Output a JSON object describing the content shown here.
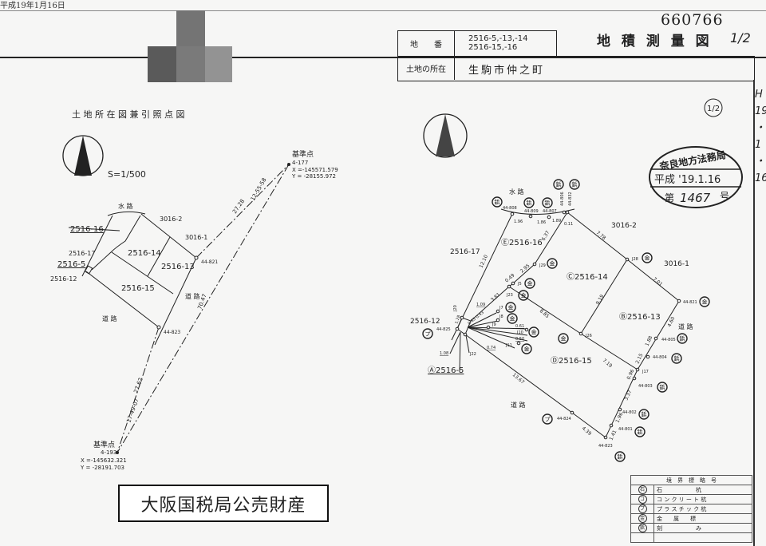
{
  "header": {
    "print_date": "平成19年1月16日",
    "doc_number": "660766",
    "title": "地 積 測 量 図",
    "sheet": "1/2",
    "parcel_label": "地　　番",
    "parcel_numbers": [
      "2516-5,-13,-14",
      "2516-15,-16"
    ],
    "location_label": "土地の所在",
    "location": "生駒市仲之町",
    "handwritten": [
      "H",
      "19",
      "・",
      "1",
      "・",
      "16"
    ]
  },
  "left_map": {
    "title": "土 地 所 在 図 兼 引 照 点 図",
    "scale": "S=1/500",
    "labels": [
      "水 路",
      "3016-2",
      "3016-1",
      "2516-16",
      "2516-17",
      "2516-14",
      "2516-13",
      "2516-5",
      "2516-12",
      "2516-15",
      "道 路",
      "道 路",
      "44-821",
      "44-823",
      "27.28",
      "12-55-58",
      "70.47",
      "27.62",
      "17-49-07"
    ],
    "ref_points": [
      {
        "label": "基準点",
        "id": "4-177",
        "x": "X =-145571.579",
        "y": "Y = -28155.972"
      },
      {
        "label": "基準点",
        "id": "4-193",
        "x": "X =-145632.321",
        "y": "Y = -28191.703"
      }
    ]
  },
  "right_map": {
    "sheet_mark": "1/2",
    "labels": [
      "水 路",
      "2516-17",
      "Ⓔ2516-16",
      "Ⓒ2516-14",
      "Ⓑ2516-13",
      "Ⓓ2516-15",
      "Ⓐ2516-5",
      "2516-12",
      "3016-2",
      "3016-1",
      "道 路",
      "道 路"
    ],
    "points": [
      "44-808",
      "44-809",
      "44-807",
      "44-806",
      "44-832",
      "J29",
      "J5",
      "J23",
      "J28",
      "44-821",
      "J20",
      "44-825",
      "J7",
      "J8",
      "J9",
      "J10",
      "J11",
      "J22",
      "J26",
      "J17",
      "44-805",
      "44-804",
      "44-803",
      "44-802",
      "44-801",
      "44-823",
      "44-824"
    ],
    "distances": [
      "1.96",
      "1.86",
      "1.89",
      "0.11",
      "6.37",
      "7.78",
      "7.01",
      "12.10",
      "2.95",
      "0.49",
      "3.81",
      "1.09",
      "0.85",
      "0.43",
      "1.28",
      "0.61",
      "0.50",
      "0.74",
      "1.08",
      "8.85",
      "9.19",
      "4.60",
      "1.88",
      "2.15",
      "0.96",
      "3.37",
      "1.96",
      "1.41",
      "7.19",
      "13.67",
      "4.39"
    ],
    "markers": [
      "鋲",
      "鋲",
      "鋲",
      "鋲",
      "鋲",
      "金",
      "金",
      "金",
      "金",
      "金",
      "金",
      "金",
      "金",
      "金",
      "金",
      "プ",
      "鋲",
      "鋲",
      "鋲",
      "鋲",
      "鋲",
      "鋲",
      "プ"
    ]
  },
  "stamp": {
    "office": "奈良地方法務局",
    "date": "平成 '19.1.16",
    "number_prefix": "第",
    "number": "1467",
    "number_suffix": "号"
  },
  "seal_box": "大阪国税局公売財産",
  "legend": {
    "title": "境　界　標　略　号",
    "rows": [
      {
        "symbol": "石",
        "label": "石　　　　　　杭"
      },
      {
        "symbol": "コ",
        "label": "コ ン ク リ ー ト 杭"
      },
      {
        "symbol": "プ",
        "label": "プ ラ ス チ ッ ク 杭"
      },
      {
        "symbol": "金",
        "label": "金　　属　　標"
      },
      {
        "symbol": "鋲",
        "label": "刻　　　　　　み"
      },
      {
        "symbol": "",
        "label": ""
      }
    ]
  }
}
